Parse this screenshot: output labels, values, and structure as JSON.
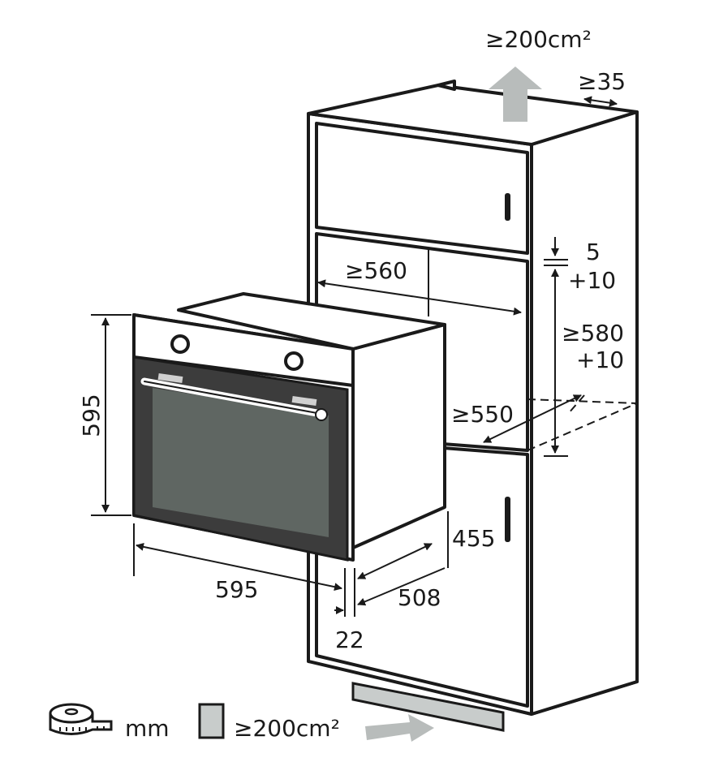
{
  "dimensions": {
    "vent_top": "≥200cm²",
    "gap_top": "≥35",
    "niche_width": "≥560",
    "gap_5": "5",
    "gap_5_tol": "+10",
    "niche_height": "≥580",
    "niche_height_tol": "+10",
    "niche_depth": "≥550",
    "oven_height": "595",
    "oven_width": "595",
    "oven_depth": "508",
    "oven_body_height": "455",
    "front_thickness": "22"
  },
  "legend": {
    "unit": "mm",
    "vent_area": "≥200cm²"
  },
  "colors": {
    "vent": "#c8cccb",
    "door": "#3c3c3c",
    "window": "#5f6662"
  }
}
